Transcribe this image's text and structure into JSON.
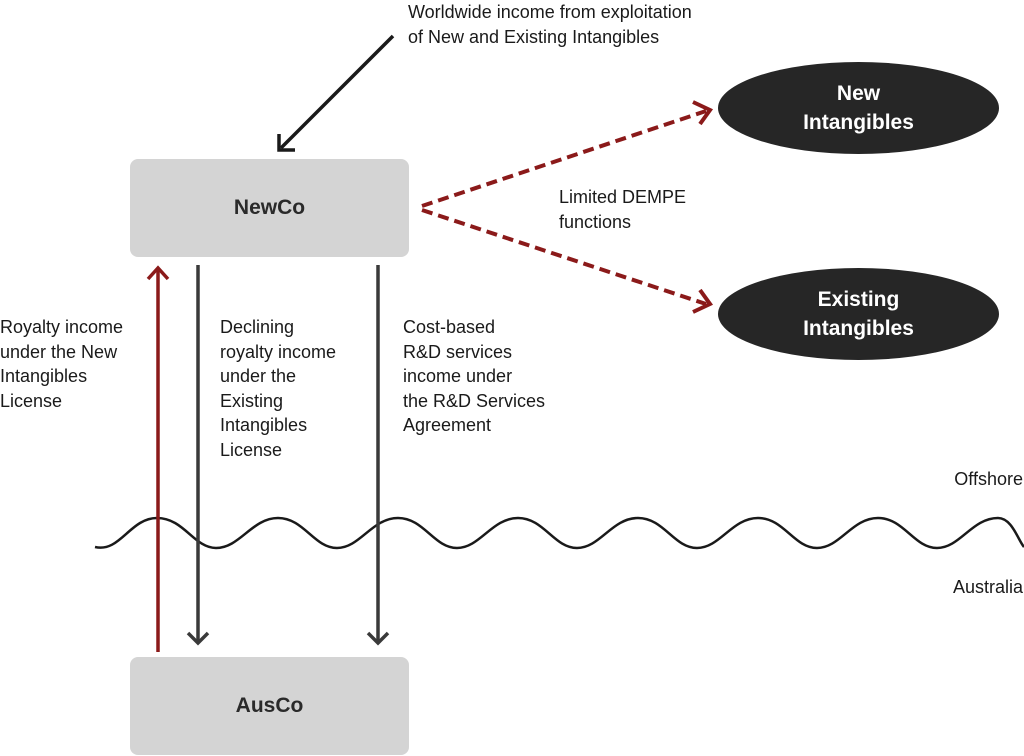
{
  "top_note": {
    "lines": [
      "Worldwide income from exploitation",
      "of New and Existing Intangibles"
    ]
  },
  "newco": {
    "label": "NewCo"
  },
  "ausco": {
    "label": "AusCo"
  },
  "new_intangibles": {
    "lines": [
      "New",
      "Intangibles"
    ]
  },
  "existing_intangibles": {
    "lines": [
      "Existing",
      "Intangibles"
    ]
  },
  "dempe": {
    "lines": [
      "Limited DEMPE",
      "functions"
    ]
  },
  "royalty_new": {
    "lines": [
      "Royalty income",
      "under the New",
      "Intangibles",
      "License"
    ]
  },
  "royalty_existing": {
    "lines": [
      "Declining",
      "royalty income",
      "under the",
      "Existing",
      "Intangibles",
      "License"
    ]
  },
  "rd_services": {
    "lines": [
      "Cost-based",
      "R&D services",
      "income under",
      "the R&D Services",
      "Agreement"
    ]
  },
  "offshore": {
    "label": "Offshore"
  },
  "australia": {
    "label": "Australia"
  },
  "colors": {
    "red_arrow": "#8b1a1a",
    "dark_arrow": "#3a3a3a",
    "box": "#d4d4d4",
    "ellipse": "#262626"
  }
}
